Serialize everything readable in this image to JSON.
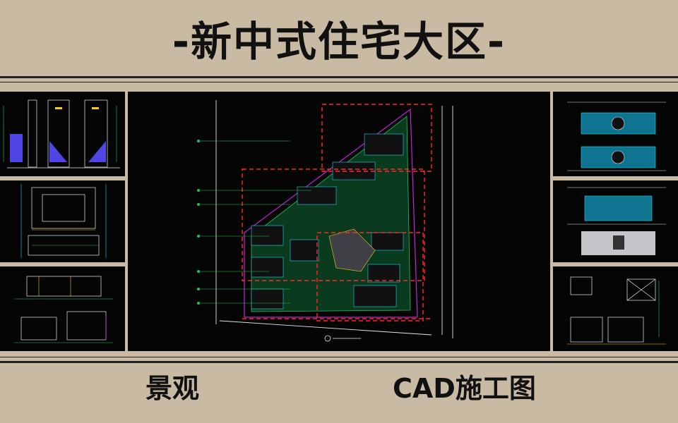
{
  "title": "-新中式住宅大区-",
  "labels": {
    "left": "景观",
    "right": "CAD施工图"
  },
  "colors": {
    "background": "#c9bba3",
    "panel": "#050505",
    "cad_red": "#ff2a2a",
    "cad_green": "#22c55e",
    "cad_cyan": "#22d3ee",
    "cad_white": "#e5e7eb",
    "cad_magenta": "#c026d3",
    "cad_yellow": "#facc15"
  }
}
